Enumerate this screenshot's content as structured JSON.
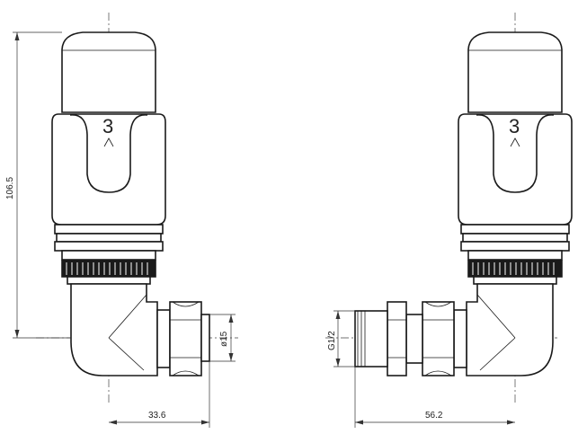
{
  "dimensions": {
    "height_label": "106.5",
    "left_width_label": "33.6",
    "pipe_diameter_label": "ø15",
    "thread_label": "G1/2",
    "right_width_label": "56.2"
  },
  "valves": {
    "left_head_number": "3",
    "right_head_number": "3"
  }
}
